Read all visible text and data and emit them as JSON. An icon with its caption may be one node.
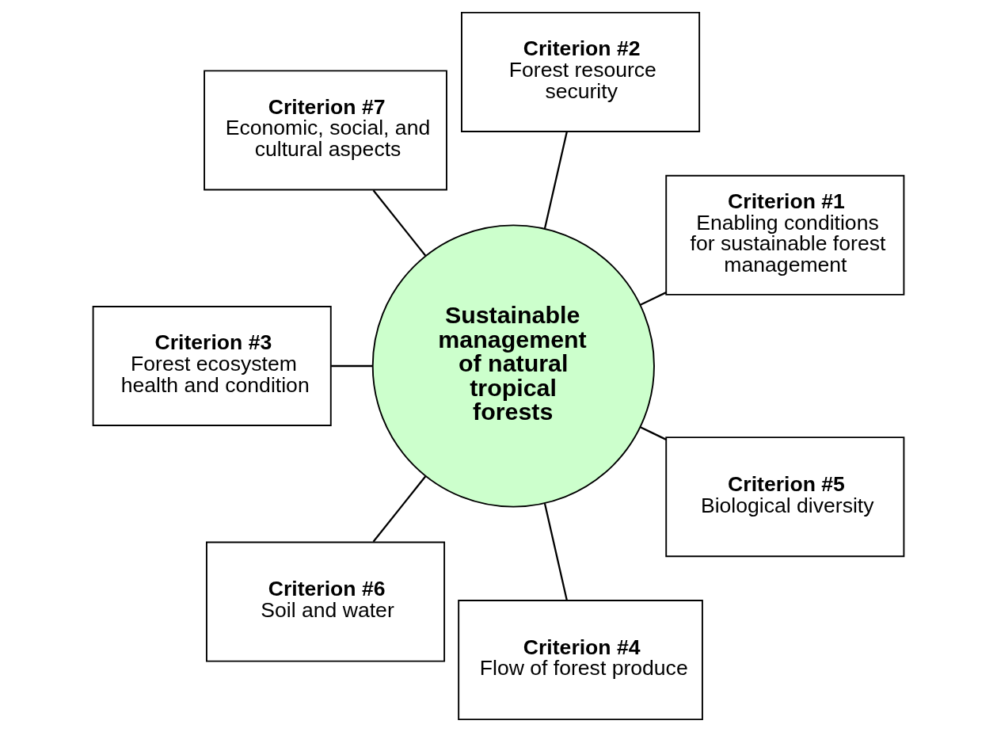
{
  "diagram": {
    "nodes": [
      {
        "text": [
          "Criterion #1",
          "Enabling conditions for sustainable forest management"
        ]
      },
      {
        "text": [
          "Criterion #2",
          "Forest resource security"
        ]
      },
      {
        "text": [
          "Criterion #7",
          "Economic, social, and cultural aspects"
        ]
      },
      {
        "text": [
          "Sustainable management of natural tropical forests"
        ]
      },
      {
        "text": [
          "Criterion #3",
          "Forest ecosystem health and condition"
        ]
      },
      {
        "text": [
          "Criterion #6",
          "Soil and water"
        ]
      },
      {
        "text": [
          "Criterion #4",
          "Flow of forest produce"
        ]
      },
      {
        "text": [
          "Criterion #5",
          "Biological diversity"
        ]
      }
    ],
    "edges": [
      {
        "from": 3,
        "to": 0,
        "arrow": "none"
      },
      {
        "from": 3,
        "to": 2,
        "arrow": "none"
      },
      {
        "from": 3,
        "to": 5,
        "arrow": "none"
      },
      {
        "from": 3,
        "to": 7,
        "arrow": "none"
      },
      {
        "from": 3,
        "to": 6,
        "arrow": "none"
      },
      {
        "from": 3,
        "to": 4,
        "arrow": "none"
      },
      {
        "from": 3,
        "to": 1,
        "arrow": "none"
      }
    ]
  }
}
